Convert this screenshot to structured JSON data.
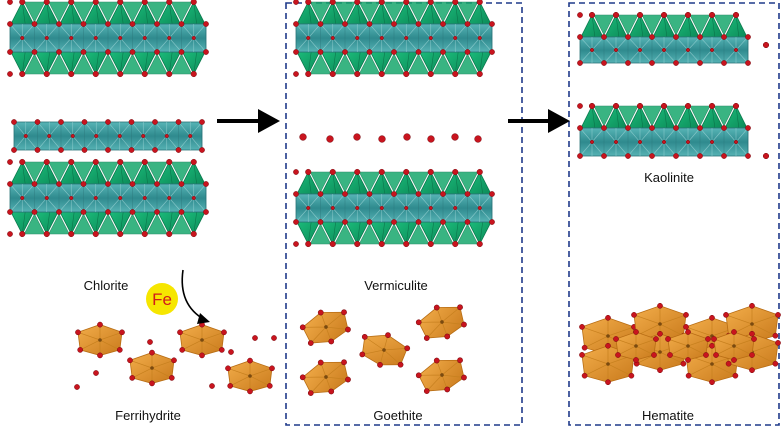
{
  "labels": {
    "chlorite": "Chlorite",
    "vermiculite": "Vermiculite",
    "kaolinite": "Kaolinite",
    "ferrihydrite": "Ferrihydrite",
    "goethite": "Goethite",
    "hematite": "Hematite",
    "fe": "Fe"
  },
  "colors": {
    "tetrahedra": "#13a36a",
    "tetrahedra_dark": "#0b7a4e",
    "octahedra": "#3a9a9e",
    "octahedra_dark": "#2a7478",
    "iron_oxide": "#e39a33",
    "iron_oxide_dark": "#b86d14",
    "oxygen": "#c8141e",
    "fe_badge": "#f6e600",
    "panel_border": "#1f3a8a"
  }
}
